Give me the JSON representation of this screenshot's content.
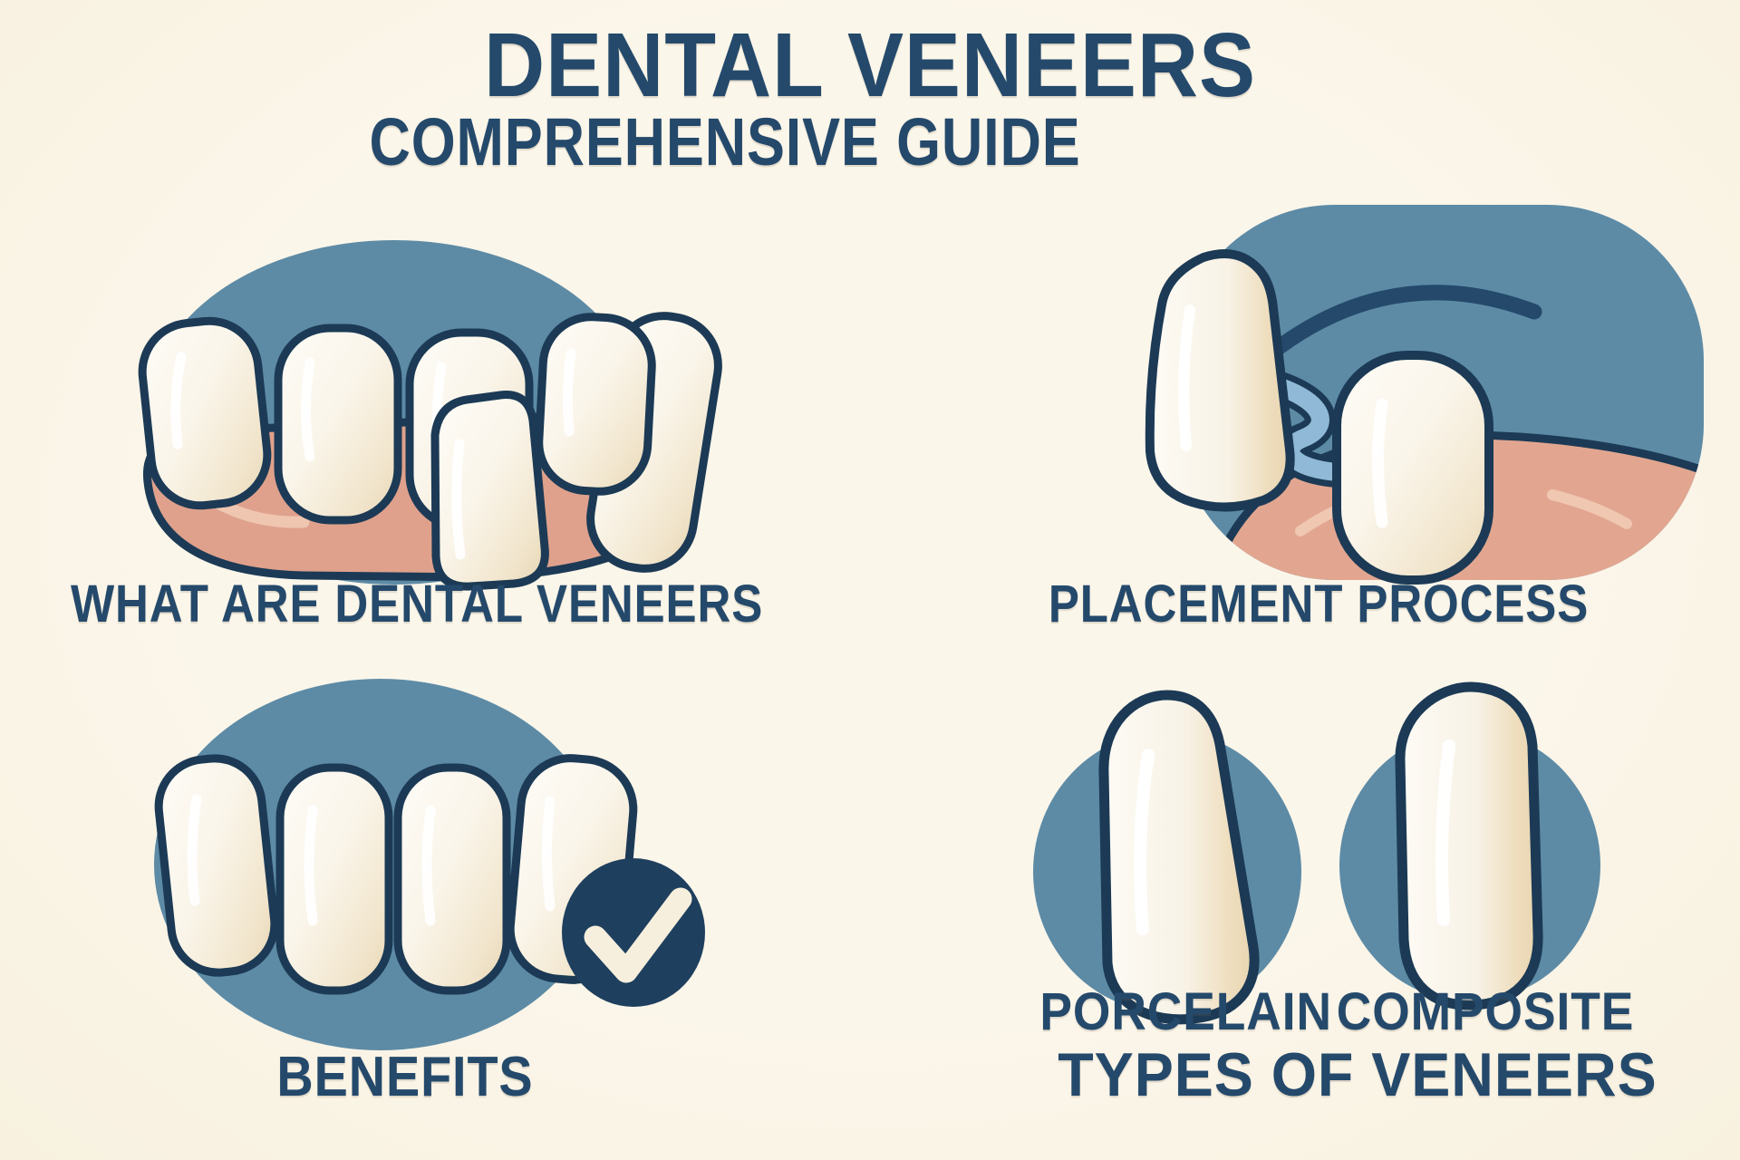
{
  "header": {
    "title": "DENTAL VENEERS",
    "subtitle": "COMPREHENSIVE GUIDE"
  },
  "sections": [
    {
      "id": "what-are-dental-veneers",
      "label": "WHAT ARE DENTAL VENEERS",
      "illustration": "teeth-row-on-gums-with-overlaid-veneer"
    },
    {
      "id": "placement-process",
      "label": "PLACEMENT PROCESS",
      "illustration": "veneer-shell-bonded-to-prepared-tooth-with-curved-arrow"
    },
    {
      "id": "benefits",
      "label": "BENEFITS",
      "illustration": "teeth-row-with-checkmark-badge"
    },
    {
      "id": "types-of-veneers",
      "label": "TYPES OF VENEERS",
      "types": [
        {
          "label": "PORCELAIN"
        },
        {
          "label": "COMPOSITE"
        }
      ],
      "illustration": "two-single-veneer-teeth-on-circles"
    }
  ],
  "icons": {
    "checkmark": "checkmark-icon",
    "curved_arrow": "curved-arrow-icon"
  },
  "colors": {
    "background": "#faf4e6",
    "heading_text": "#24496b",
    "outline_navy": "#1c3a55",
    "blob_blue": "#5d8ba6",
    "gum_pink": "#dfa18c",
    "gum_highlight": "#efc6b0",
    "tooth_white": "#fbf8f0",
    "tooth_shade": "#e8d7b5",
    "ribbon_blue": "#8fb9d6",
    "check_circle_fill": "#1e3f5e",
    "check_mark": "#f7efdd"
  }
}
